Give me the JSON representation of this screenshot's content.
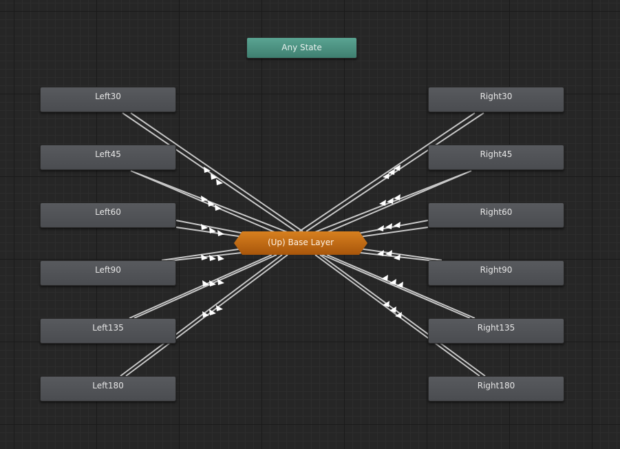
{
  "graph": {
    "any_state": {
      "label": "Any State"
    },
    "hub": {
      "label": "(Up) Base Layer"
    },
    "left_states": [
      {
        "label": "Left30"
      },
      {
        "label": "Left45"
      },
      {
        "label": "Left60"
      },
      {
        "label": "Left90"
      },
      {
        "label": "Left135"
      },
      {
        "label": "Left180"
      }
    ],
    "right_states": [
      {
        "label": "Right30"
      },
      {
        "label": "Right45"
      },
      {
        "label": "Right60"
      },
      {
        "label": "Right90"
      },
      {
        "label": "Right135"
      },
      {
        "label": "Right180"
      }
    ]
  },
  "colors": {
    "background": "#262626",
    "state_node": "#54565a",
    "any_state": "#4e9484",
    "hub": "#c46b14",
    "transition_line": "#c8c8c8",
    "arrow_head": "#ffffff"
  }
}
